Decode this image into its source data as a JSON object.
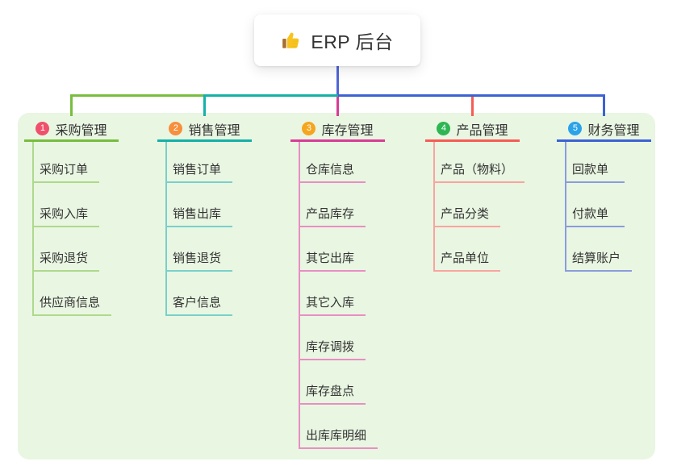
{
  "root": {
    "label": "ERP 后台",
    "icon": "thumbs-up-icon"
  },
  "colors": {
    "panel_background": "#e9f6e2",
    "text": "#333333",
    "root_connector": "#5065d8",
    "thumb_yellow": "#f8c31c",
    "thumb_cuff": "#a86f32"
  },
  "branches": [
    {
      "badge": "1",
      "badge_color": "#ef506b",
      "title": "采购管理",
      "line_color": "#78bd3f",
      "child_line_color": "#aed98c",
      "children": [
        "采购订单",
        "采购入库",
        "采购退货",
        "供应商信息"
      ]
    },
    {
      "badge": "2",
      "badge_color": "#f78f3d",
      "title": "销售管理",
      "line_color": "#14b1a7",
      "child_line_color": "#79d0ca",
      "children": [
        "销售订单",
        "销售出库",
        "销售退货",
        "客户信息"
      ]
    },
    {
      "badge": "3",
      "badge_color": "#f6a51f",
      "title": "库存管理",
      "line_color": "#d83c96",
      "child_line_color": "#e98ec4",
      "children": [
        "仓库信息",
        "产品库存",
        "其它出库",
        "其它入库",
        "库存调拨",
        "库存盘点",
        "出库库明细"
      ]
    },
    {
      "badge": "4",
      "badge_color": "#2db653",
      "title": "产品管理",
      "line_color": "#f65c54",
      "child_line_color": "#faa49f",
      "children": [
        "产品（物料）",
        "产品分类",
        "产品单位"
      ]
    },
    {
      "badge": "5",
      "badge_color": "#2ba3ea",
      "title": "财务管理",
      "line_color": "#3d62d4",
      "child_line_color": "#8b9cdd",
      "children": [
        "回款单",
        "付款单",
        "结算账户"
      ]
    }
  ]
}
